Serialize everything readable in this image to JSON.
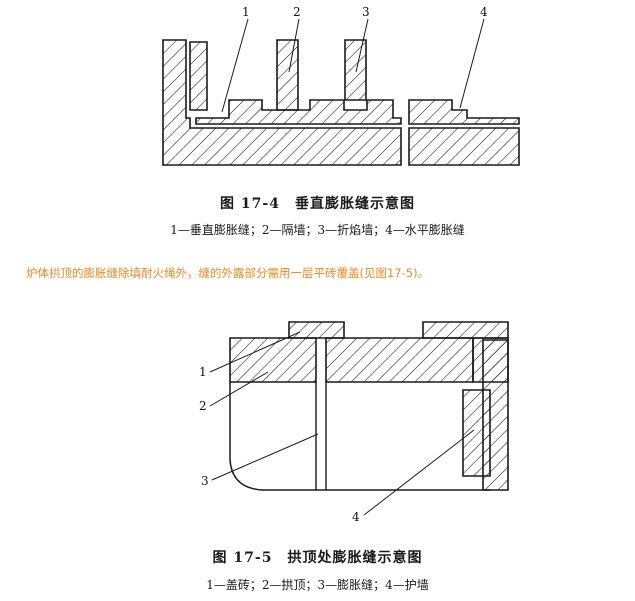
{
  "figure1": {
    "title": "图 17-4　垂直膨胀缝示意图",
    "legend": "1—垂直膨胀缝；2—隔墙；3—折焰墙；4—水平膨胀缝",
    "callouts": [
      "1",
      "2",
      "3",
      "4"
    ]
  },
  "paragraph": "炉体拱顶的膨胀缝除填耐火绳外，缝的外露部分需用一层平砖覆盖(见图17-5)。",
  "figure2": {
    "title": "图 17-5　拱顶处膨胀缝示意图",
    "legend": "1—盖砖；2—拱顶；3—膨胀缝；4—护墙",
    "callouts": [
      "1",
      "2",
      "3",
      "4"
    ]
  },
  "colors": {
    "line": "#1a1a1a",
    "paragraph": "#f08a24"
  }
}
